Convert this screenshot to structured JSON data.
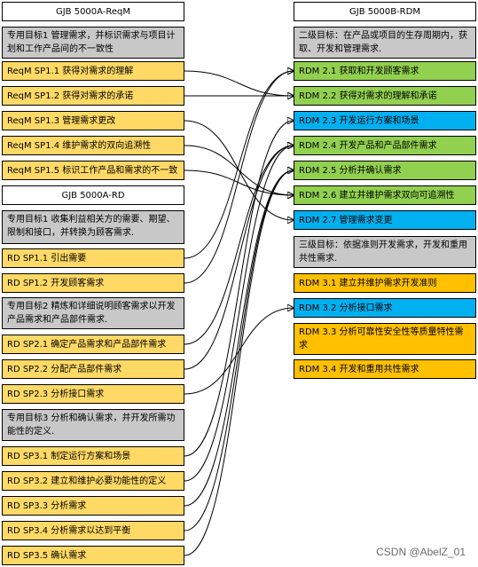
{
  "left_column": {
    "header_reqm": "GJB 5000A-ReqM",
    "goal1": "专用目标1 管理需求，并标识需求与项目计划和工作产品间的不一致性",
    "reqm_sp11": "ReqM SP1.1 获得对需求的理解",
    "reqm_sp12": "ReqM SP1.2 获得对需求的承诺",
    "reqm_sp13": "ReqM SP1.3 管理需求更改",
    "reqm_sp14": "ReqM SP1.4 维护需求的双向追溯性",
    "reqm_sp15": "ReqM SP1.5 标识工作产品和需求的不一致",
    "header_rd": "GJB 5000A-RD",
    "rd_goal1": "专用目标1 收集利益相关方的需要、期望、限制和接口，并转换为顾客需求.",
    "rd_sp11": "RD SP1.1 引出需要",
    "rd_sp12": "RD SP1.2 开发顾客需求",
    "rd_goal2": "专用目标2 精炼和详细说明顾客需求以开发产品需求和产品部件需求.",
    "rd_sp21": "RD SP2.1 确定产品需求和产品部件需求",
    "rd_sp22": "RD SP2.2 分配产品部件需求",
    "rd_sp23": "RD SP2.3 分析接口需求",
    "rd_goal3": "专用目标3 分析和确认需求，并开发所需功能性的定义.",
    "rd_sp31": "RD SP3.1 制定运行方案和场景",
    "rd_sp32": "RD SP3.2 建立和维护必要功能性的定义",
    "rd_sp33": "RD SP3.3 分析需求",
    "rd_sp34": "RD SP3.4 分析需求以达到平衡",
    "rd_sp35": "RD SP3.5 确认需求"
  },
  "right_column": {
    "header_rdm": "GJB 5000B-RDM",
    "level2_goal": "二级目标：在产品或项目的生存周期内，获取、开发和管理需求.",
    "rdm21": "RDM 2.1 获取和开发顾客需求",
    "rdm22": "RDM 2.2 获得对需求的理解和承诺",
    "rdm23": "RDM 2.3 开发运行方案和场景",
    "rdm24": "RDM 2.4 开发产品和产品部件需求",
    "rdm25": "RDM 2.5 分析并确认需求",
    "rdm26": "RDM 2.6 建立并维护需求双向可追溯性",
    "rdm27": "RDM 2.7 管理需求变更",
    "level3_goal": "三级目标：依据准则开发需求，开发和重用共性需求.",
    "rdm31": "RDM 3.1 建立并维护需求开发准则",
    "rdm32": "RDM 3.2 分析接口需求",
    "rdm33": "RDM 3.3 分析可靠性安全性等质量特性需求",
    "rdm34": "RDM 3.4 开发和重用共性需求"
  },
  "colors": {
    "yellow": "#ffd966",
    "gray": "#c8c8c8",
    "green": "#92d050",
    "blue": "#00b0f0",
    "orange": "#ffc000"
  },
  "watermark": "CSDN @AbelZ_01"
}
